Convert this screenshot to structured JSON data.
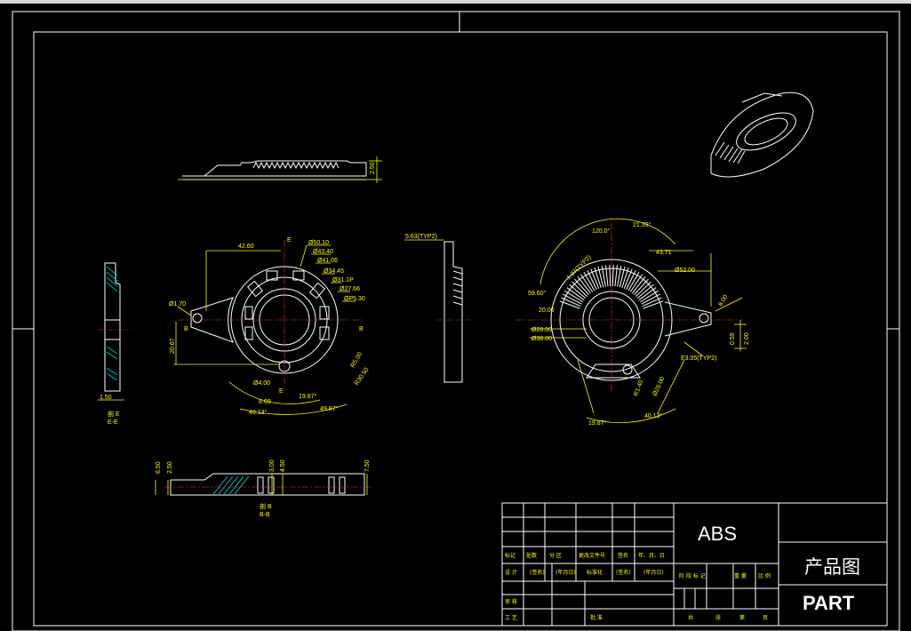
{
  "colors": {
    "background": "#000000",
    "outline": "#ffffff",
    "dimension": "#ffff00",
    "centerline": "#ff3030",
    "hatch": "#00ffff"
  },
  "title_block": {
    "material": "ABS",
    "drawing_name": "产品图",
    "drawing_name_en": "PART",
    "header_row": [
      "标记",
      "处数",
      "分 区",
      "更改文件号",
      "签名",
      "年、月、日"
    ],
    "design_row": [
      "设 计",
      "(签名)",
      "(年月日)",
      "标准化",
      "(签名)",
      "(年月日)"
    ],
    "stage_row": [
      "阶 段 标 记",
      "重 量",
      "比 例"
    ],
    "review_label": "审 核",
    "process_label": "工 艺",
    "approve_label": "批 准",
    "sheet_row": [
      "共",
      "张",
      "第",
      "页"
    ]
  },
  "view_labels": {
    "left_section_line1": "剖 E",
    "left_section_line2": "E-E",
    "bottom_section_line1": "剖 B",
    "bottom_section_line2": "B-B",
    "cut_e_top": "E",
    "cut_e_bottom": "E",
    "cut_b_left": "B",
    "cut_b_right": "B"
  },
  "dimensions": {
    "top_view_height": "2.50",
    "left_main_width": "42.60",
    "left_d1": "Ø50.10",
    "left_d2": "Ø43.40",
    "left_d3": "Ø41.06",
    "left_d4": "Ø34.45",
    "left_d5": "Ø31.1P",
    "left_d6": "Ø27.66",
    "left_d7": "ØP5.30",
    "left_hole": "Ø1.70",
    "left_vert": "20.67",
    "left_hole2": "Ø4.00",
    "left_dim_869": "8.69",
    "left_angle_1987": "19.87°",
    "left_angle_4013": "40.13°",
    "left_angle_4987": "49.87°",
    "left_r1": "R5.00",
    "left_r2": "R30.50",
    "side_thickness": "1.50",
    "mid_typ": "5.63(TYP2)",
    "right_angle_1": "120.0°",
    "right_angle_2": "21.39°",
    "right_dim_4371": "43.71",
    "right_typ": "1.37(TYP2)",
    "right_d52": "Ø52.00",
    "right_5960": "59.60°",
    "right_2000": "20.00",
    "right_d28": "Ø28.00",
    "right_d38": "Ø38.00",
    "right_len": "8.00",
    "right_r": "R1.40",
    "right_d26": "Ø26.00",
    "right_e_typ": "E3.05(TYP2)",
    "right_059": "0.59",
    "right_200": "2.00",
    "right_a1987": "19.87°",
    "right_a4013": "40.13°",
    "bottom_650": "6.50",
    "bottom_250": "2.50",
    "bottom_300": "3.00",
    "bottom_450": "4.50",
    "bottom_750": "7.50"
  }
}
